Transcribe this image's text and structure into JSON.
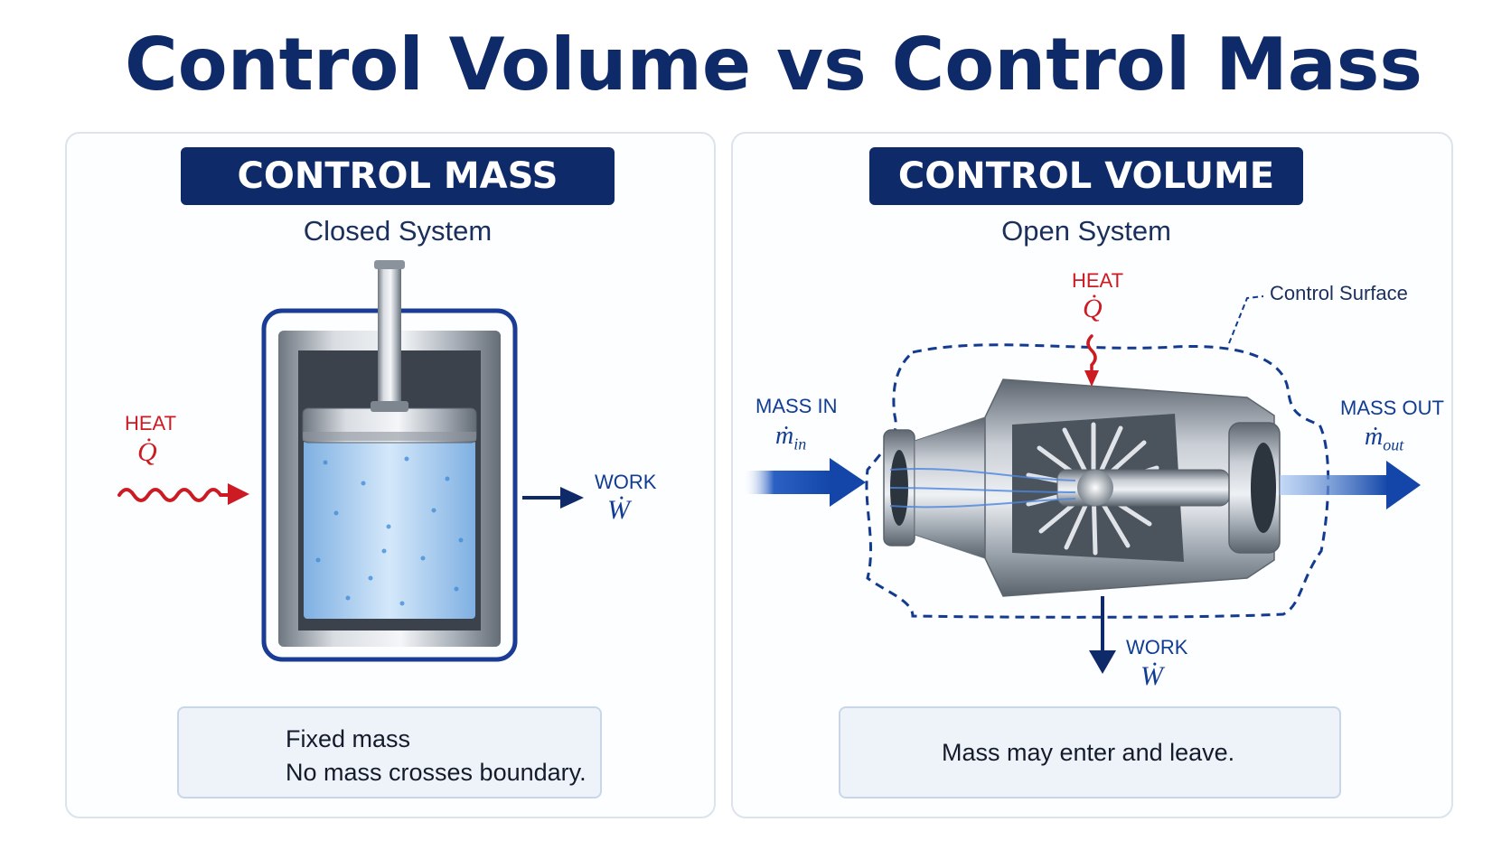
{
  "title": "Control Volume vs Control Mass",
  "control_mass": {
    "banner": "CONTROL MASS",
    "subtitle": "Closed System",
    "heat_label": "HEAT",
    "heat_symbol": "Q̇",
    "work_label": "WORK",
    "work_symbol": "Ẇ",
    "note_line1": "Fixed mass",
    "note_line2": "No mass crosses boundary."
  },
  "control_volume": {
    "banner": "CONTROL VOLUME",
    "subtitle": "Open System",
    "heat_label": "HEAT",
    "heat_symbol": "Q̇",
    "control_surface_label": "Control Surface",
    "mass_in_label": "MASS IN",
    "mass_in_symbol": "ṁ",
    "mass_in_subscript": "in",
    "mass_out_label": "MASS OUT",
    "mass_out_symbol": "ṁ",
    "mass_out_subscript": "out",
    "work_label": "WORK",
    "work_symbol": "Ẇ",
    "note": "Mass may enter and leave."
  },
  "colors": {
    "navy": "#0f2a68",
    "heat_red": "#cc1b22",
    "arrow_blue": "#113c93",
    "fluid_blue": "#a9cdf0",
    "steel": "#9aa2ad"
  }
}
